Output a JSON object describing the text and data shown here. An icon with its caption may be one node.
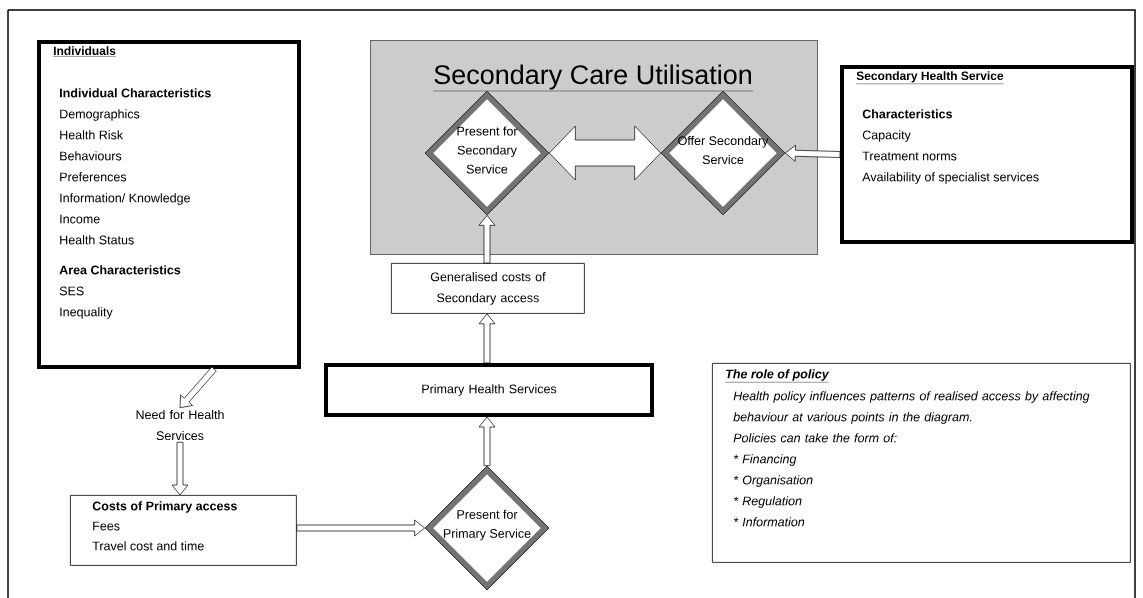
{
  "diagram": {
    "nodes": [
      {
        "text": [
          "Individuals",
          "Individual Characteristics",
          "Demographics",
          "Health Risk",
          "Behaviours",
          "Preferences",
          "Information/ Knowledge",
          "Income",
          "Health Status",
          "Area Characteristics",
          "SES",
          "Inequality"
        ]
      },
      {
        "text": [
          "Secondary Care Utilisation"
        ]
      },
      {
        "text": [
          "Present for Secondary Service"
        ],
        "in": 1
      },
      {
        "text": [
          "Offer Secondary Service"
        ],
        "in": 1
      },
      {
        "text": [
          "Secondary Health Service",
          "Characteristics",
          "Capacity",
          "Treatment norms",
          "Availability of specialist services"
        ]
      },
      {
        "text": [
          "Generalised costs of Secondary access"
        ]
      },
      {
        "text": [
          "Primary Health Services"
        ]
      },
      {
        "text": [
          "The role of policy",
          "Health policy influences patterns of realised access by affecting behaviour at various points in the diagram.",
          "Policies can take the form of:",
          "* Financing",
          "* Organisation",
          "* Regulation",
          "* Information"
        ]
      },
      {
        "text": [
          "Need for Health Services"
        ]
      },
      {
        "text": [
          "Costs of Primary access",
          "Fees",
          "Travel cost and time"
        ]
      },
      {
        "text": [
          "Present for Primary Service"
        ]
      }
    ],
    "edges": [
      {
        "from": 0,
        "to": 8,
        "arrow": "to"
      },
      {
        "from": 8,
        "to": 9,
        "arrow": "to"
      },
      {
        "from": 9,
        "to": 10,
        "arrow": "to"
      },
      {
        "from": 10,
        "to": 6,
        "arrow": "to"
      },
      {
        "from": 6,
        "to": 5,
        "arrow": "to"
      },
      {
        "from": 5,
        "to": 2,
        "arrow": "to"
      },
      {
        "from": 2,
        "to": 3,
        "arrow": "both",
        "style": "thick"
      },
      {
        "from": 4,
        "to": 3,
        "arrow": "to"
      }
    ]
  }
}
